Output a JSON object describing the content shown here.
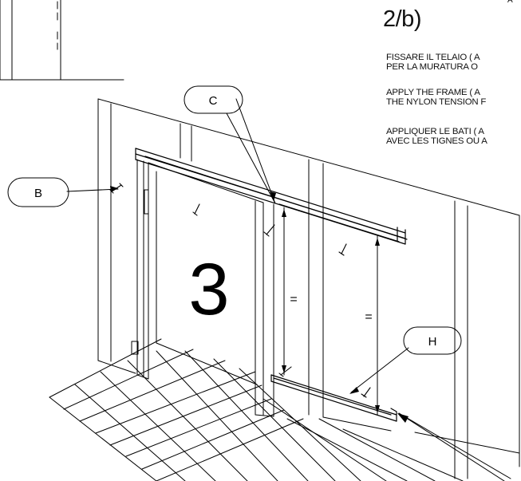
{
  "header": {
    "corner_text": "A",
    "step_label": "2/b)"
  },
  "instructions": [
    {
      "line1": "FISSARE IL TELAIO ( A",
      "line2": "PER LA  MURATURA O"
    },
    {
      "line1": "APPLY THE FRAME ( A",
      "line2": "THE NYLON TENSION F"
    },
    {
      "line1": "APPLIQUER LE BATI ( A",
      "line2": "AVEC LES TIGNES OU A"
    }
  ],
  "callouts": {
    "b": "B",
    "c": "C",
    "h": "H"
  },
  "big_number": "3",
  "dimension_marks": {
    "left": "=",
    "right": "="
  }
}
